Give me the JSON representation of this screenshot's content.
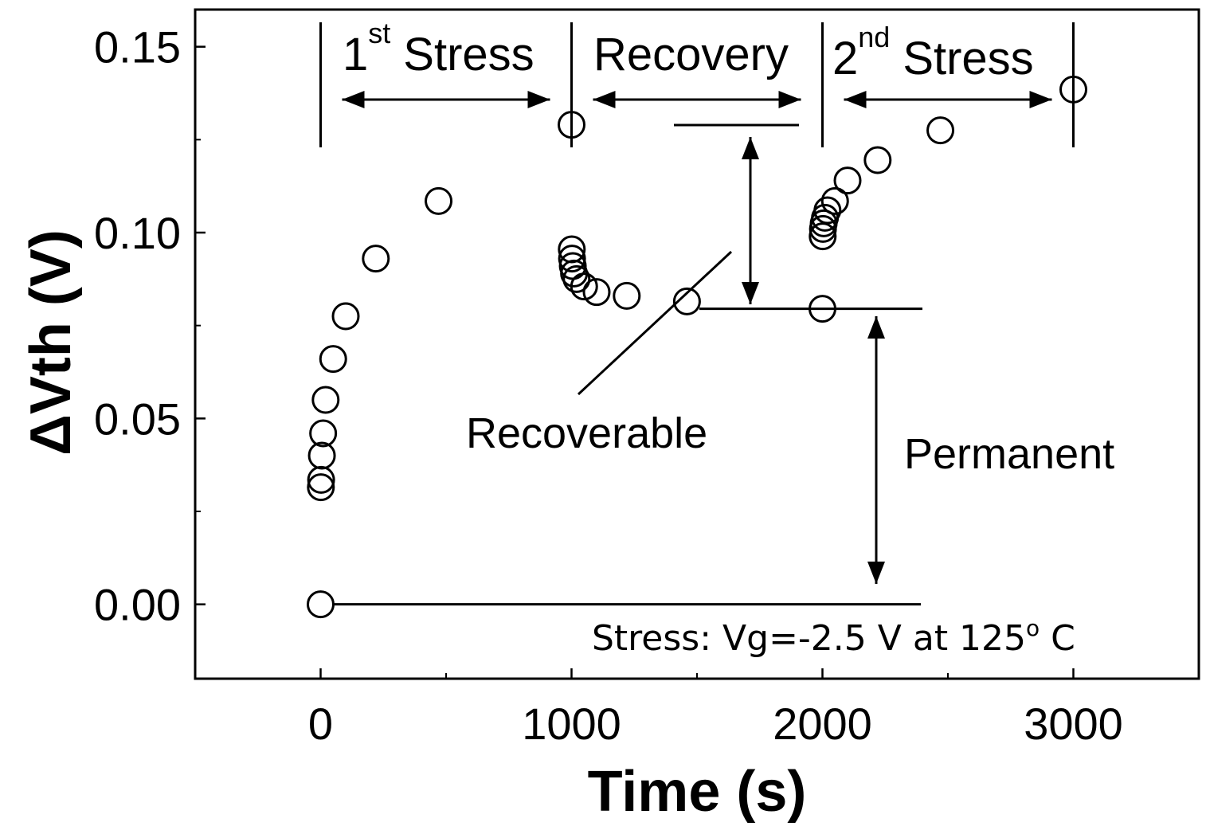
{
  "chart_data": {
    "type": "scatter",
    "title": "",
    "xlabel": "Time (s)",
    "ylabel": "ΔVth (V)",
    "xlim": [
      -500,
      3500
    ],
    "ylim": [
      -0.02,
      0.16
    ],
    "x_ticks": [
      0,
      1000,
      2000,
      3000
    ],
    "x_tick_labels": [
      "0",
      "1000",
      "2000",
      "3000"
    ],
    "y_ticks": [
      0.0,
      0.05,
      0.1,
      0.15
    ],
    "y_tick_labels": [
      "0.00",
      "0.05",
      "0.10",
      "0.15"
    ],
    "grid": false,
    "legend": "none",
    "marker": "open-circle",
    "color": "#000000",
    "points": [
      {
        "x": 0,
        "y": 0.0
      },
      {
        "x": 1,
        "y": 0.0315
      },
      {
        "x": 2,
        "y": 0.0335
      },
      {
        "x": 5,
        "y": 0.04
      },
      {
        "x": 10,
        "y": 0.046
      },
      {
        "x": 20,
        "y": 0.055
      },
      {
        "x": 50,
        "y": 0.066
      },
      {
        "x": 100,
        "y": 0.0775
      },
      {
        "x": 220,
        "y": 0.093
      },
      {
        "x": 470,
        "y": 0.1085
      },
      {
        "x": 1000,
        "y": 0.129
      },
      {
        "x": 1001,
        "y": 0.0955
      },
      {
        "x": 1002,
        "y": 0.093
      },
      {
        "x": 1005,
        "y": 0.091
      },
      {
        "x": 1010,
        "y": 0.089
      },
      {
        "x": 1020,
        "y": 0.0875
      },
      {
        "x": 1050,
        "y": 0.0855
      },
      {
        "x": 1100,
        "y": 0.084
      },
      {
        "x": 1220,
        "y": 0.083
      },
      {
        "x": 1460,
        "y": 0.0815
      },
      {
        "x": 2000,
        "y": 0.0795
      },
      {
        "x": 2001,
        "y": 0.099
      },
      {
        "x": 2002,
        "y": 0.101
      },
      {
        "x": 2005,
        "y": 0.1025
      },
      {
        "x": 2010,
        "y": 0.104
      },
      {
        "x": 2020,
        "y": 0.106
      },
      {
        "x": 2050,
        "y": 0.1085
      },
      {
        "x": 2100,
        "y": 0.114
      },
      {
        "x": 2220,
        "y": 0.1195
      },
      {
        "x": 2470,
        "y": 0.1275
      },
      {
        "x": 3000,
        "y": 0.1385
      }
    ],
    "phases": [
      {
        "label": "1",
        "sup": "st",
        "word": "Stress",
        "x_start": 0,
        "x_end": 1000
      },
      {
        "label": "Recovery",
        "sup": "",
        "word": "",
        "x_start": 1000,
        "x_end": 2000
      },
      {
        "label": "2",
        "sup": "nd",
        "word": "Stress",
        "x_start": 2000,
        "x_end": 3000
      }
    ],
    "annotations": {
      "recoverable": "Recoverable",
      "permanent": "Permanent",
      "condition_main": "Stress: Vg=-2.5 V at 125",
      "condition_sup": "o",
      "condition_tail": " C"
    }
  }
}
